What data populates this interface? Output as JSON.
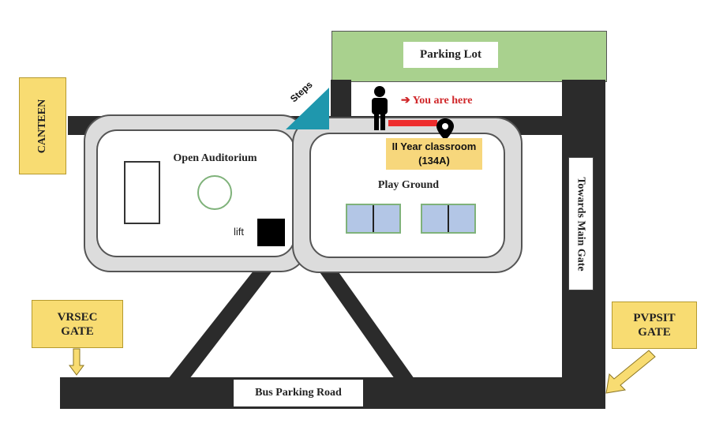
{
  "map": {
    "parking_lot": "Parking Lot",
    "you_are_here": "➔ You are here",
    "steps": "Steps",
    "canteen": "CANTEEN",
    "open_auditorium": "Open Auditorium",
    "lift": "lift",
    "classroom": "II Year classroom (134A)",
    "play_ground": "Play Ground",
    "towards_main_gate": "Towards Main Gate",
    "vrsec_gate": "VRSEC GATE",
    "pvpsit_gate": "PVPSIT GATE",
    "bus_parking_road": "Bus Parking Road"
  },
  "icons": [
    "person-icon",
    "location-pin-icon",
    "arrow-down-icon",
    "arrow-diagonal-icon"
  ],
  "colors": {
    "parking": "#a9d18e",
    "label_yellow": "#f8dc72",
    "steps_teal": "#1f97ad",
    "you_are_here": "#d0272a",
    "path_red": "#ee2d2d",
    "court_blue": "#b3c6e6",
    "road": "#2b2b2b"
  }
}
